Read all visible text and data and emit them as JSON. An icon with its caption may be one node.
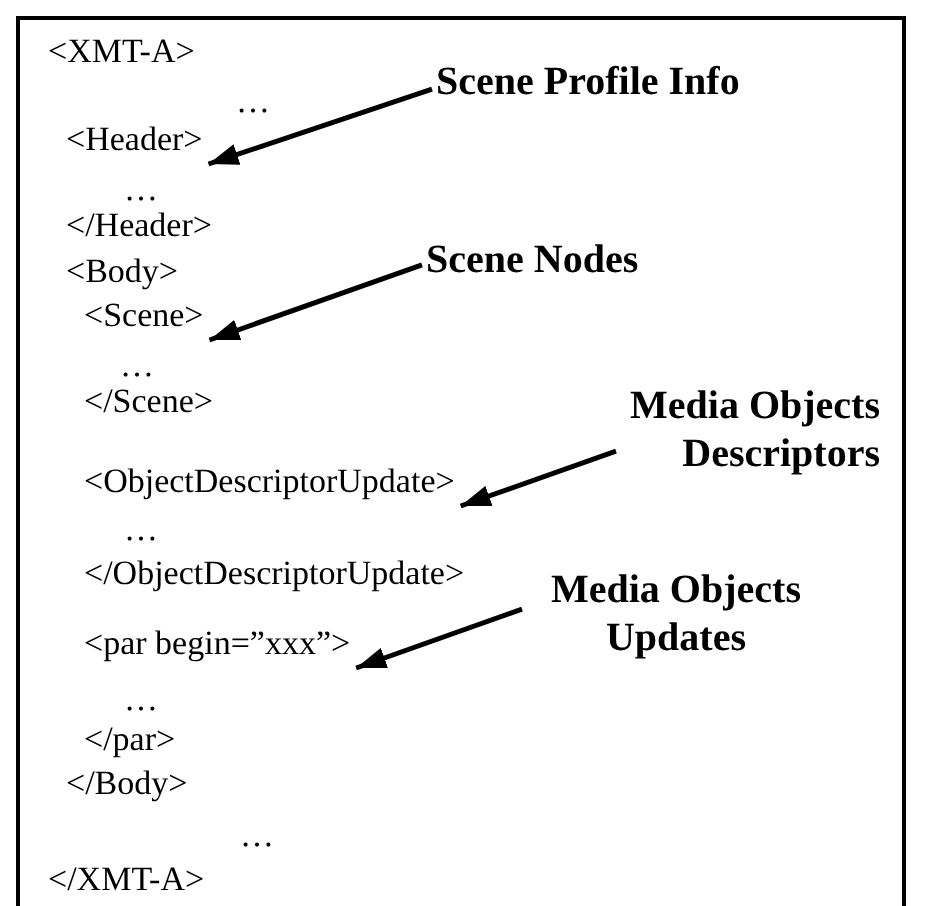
{
  "diagram": {
    "nodes": [
      {
        "text": [],
        "shape": "box"
      },
      {
        "text": [
          "<Header>"
        ],
        "in": 0
      },
      {
        "text": [
          "<Scene>"
        ],
        "in": 0
      },
      {
        "text": [
          "<ObjectDescriptorUpdate>"
        ],
        "in": 0
      },
      {
        "text": [
          "<par begin=”xxx”>"
        ],
        "in": 0
      },
      {
        "text": [
          "Scene Profile Info"
        ],
        "in": 0
      },
      {
        "text": [
          "Scene Nodes"
        ],
        "in": 0
      },
      {
        "text": [
          "Media Objects Descriptors"
        ],
        "in": 0
      },
      {
        "text": [
          "Media Objects Updates"
        ],
        "in": 0
      }
    ],
    "edges": [
      {
        "from": 5,
        "to": 1,
        "arrow": "to"
      },
      {
        "from": 6,
        "to": 2,
        "arrow": "to"
      },
      {
        "from": 7,
        "to": 3,
        "arrow": "to"
      },
      {
        "from": 8,
        "to": 4,
        "arrow": "to"
      }
    ],
    "labels": [
      "<XMT-A>",
      "…",
      "…",
      "</Header>",
      "<Body>",
      "…",
      "</Scene>",
      "…",
      "</ObjectDescriptorUpdate>",
      "…",
      "</par>",
      "</Body>",
      "…",
      "</XMT-A>"
    ]
  }
}
